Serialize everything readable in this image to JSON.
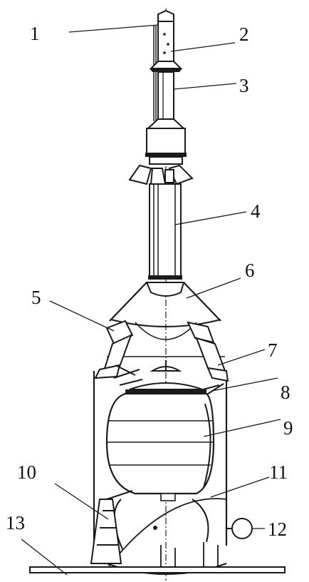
{
  "diagram": {
    "labels": [
      {
        "id": "callout-1",
        "text": "1"
      },
      {
        "id": "callout-2",
        "text": "2"
      },
      {
        "id": "callout-3",
        "text": "3"
      },
      {
        "id": "callout-4",
        "text": "4"
      },
      {
        "id": "callout-5",
        "text": "5"
      },
      {
        "id": "callout-6",
        "text": "6"
      },
      {
        "id": "callout-7",
        "text": "7"
      },
      {
        "id": "callout-8",
        "text": "8"
      },
      {
        "id": "callout-9",
        "text": "9"
      },
      {
        "id": "callout-10",
        "text": "10"
      },
      {
        "id": "callout-11",
        "text": "11"
      },
      {
        "id": "callout-12",
        "text": "12"
      },
      {
        "id": "callout-13",
        "text": "13"
      }
    ],
    "colors": {
      "ink": "#1a1a1a",
      "background": "#ffffff"
    }
  }
}
